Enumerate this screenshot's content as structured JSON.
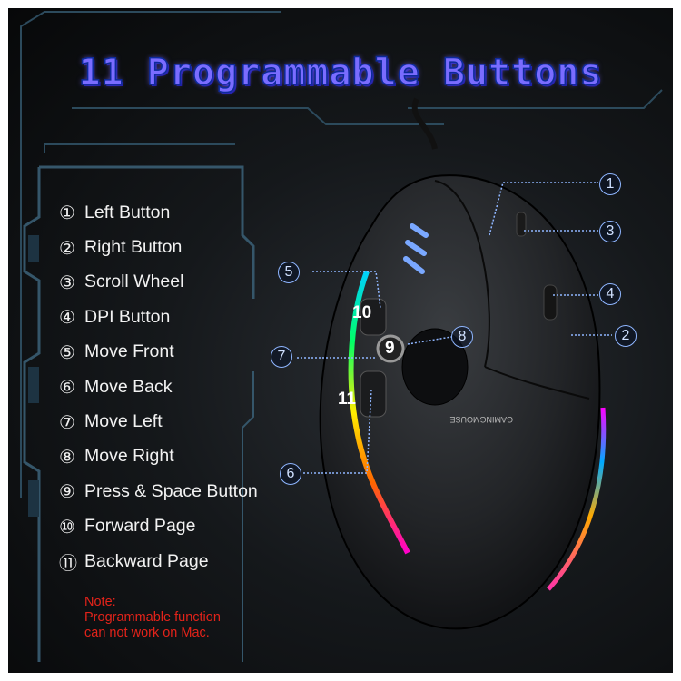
{
  "title": "11 Programmable Buttons",
  "buttons": [
    {
      "num": "①",
      "label": "Left Button"
    },
    {
      "num": "②",
      "label": "Right Button"
    },
    {
      "num": "③",
      "label": "Scroll Wheel"
    },
    {
      "num": "④",
      "label": "DPI Button"
    },
    {
      "num": "⑤",
      "label": "Move Front"
    },
    {
      "num": "⑥",
      "label": "Move Back"
    },
    {
      "num": "⑦",
      "label": "Move Left"
    },
    {
      "num": "⑧",
      "label": "Move Right"
    },
    {
      "num": "⑨",
      "label": "Press & Space Button"
    },
    {
      "num": "⑩",
      "label": "Forward Page"
    },
    {
      "num": "⑪",
      "label": "Backward Page"
    }
  ],
  "note": {
    "line1": "Note:",
    "line2": "Programmable function",
    "line3": "can not work on Mac."
  },
  "callouts": {
    "c1": "1",
    "c2": "2",
    "c3": "3",
    "c4": "4",
    "c5": "5",
    "c6": "6",
    "c7": "7",
    "c8": "8"
  },
  "badges": {
    "b9": "9",
    "b10": "10",
    "b11": "11"
  },
  "brand_text": "GAMINGMOUSE",
  "colors": {
    "title": "#7a6cff",
    "callout": "#8fb6ff",
    "note": "#e3231a",
    "frame": "#2c4a5c"
  }
}
